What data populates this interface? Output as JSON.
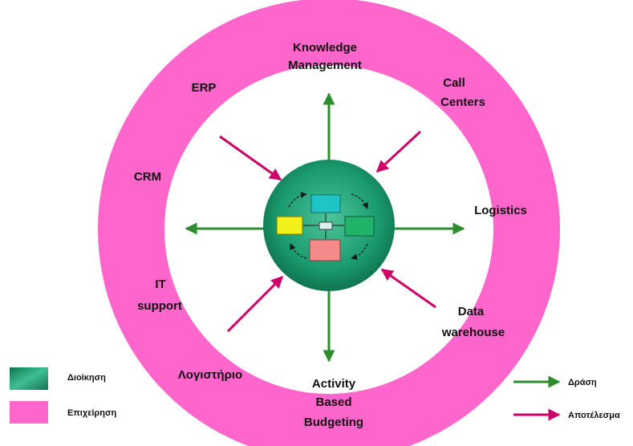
{
  "ring_labels": {
    "knowledge_1": "Knowledge",
    "knowledge_2": "Management",
    "erp": "ERP",
    "call_1": "Call",
    "call_2": "Centers",
    "crm": "CRM",
    "logistics": "Logistics",
    "it_1": "IT",
    "it_2": "support",
    "data_1": "Data",
    "data_2": "warehouse",
    "accounting": "Λογιστήριο",
    "abb_1": "Activity",
    "abb_2": "Based",
    "abb_3": "Budgeting"
  },
  "legend": {
    "management": "Διοίκηση",
    "business": "Επιχείρηση",
    "action": "Δράση",
    "result": "Αποτέλεσμα"
  },
  "colors": {
    "outer_ring": "#ff66cc",
    "inner_disc": "#ffffff",
    "core": "#1a9a6e",
    "action_arrow": "#2e8b2e",
    "result_arrow": "#cc0066",
    "box_cyan": "#1fc4c4",
    "box_yellow": "#f2f21a",
    "box_green": "#22b36b",
    "box_pink": "#f48a8a"
  }
}
